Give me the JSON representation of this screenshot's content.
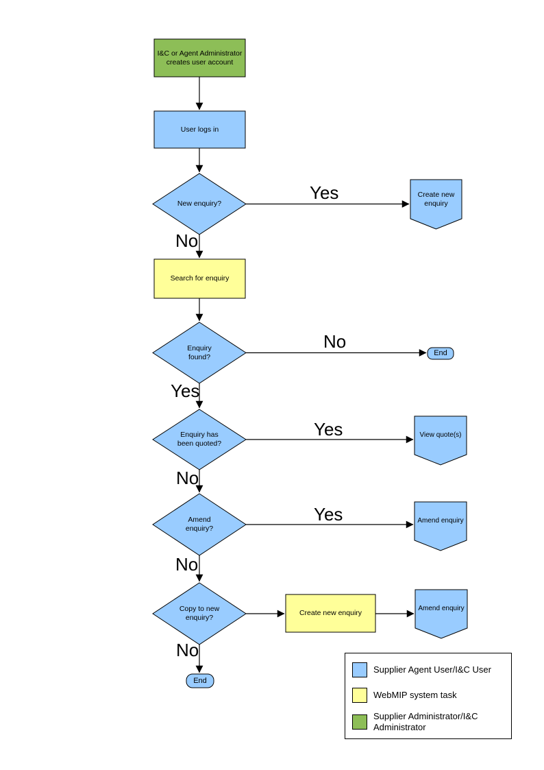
{
  "colors": {
    "user_task": "#99CCFF",
    "system_task": "#FFFF99",
    "admin_task": "#8DBE57",
    "outline": "#000000"
  },
  "flowchart": {
    "nodes": {
      "admin_creates_account": {
        "label": "I&C or Agent Administrator creates user account",
        "shape": "rectangle"
      },
      "user_logs_in": {
        "label": "User logs in",
        "shape": "rectangle"
      },
      "new_enquiry_q": {
        "label": "New enquiry?",
        "shape": "diamond"
      },
      "create_new_enquiry_offpage": {
        "label": "Create new enquiry",
        "shape": "offpage-pentagon"
      },
      "search_for_enquiry": {
        "label": "Search for enquiry",
        "shape": "rectangle"
      },
      "enquiry_found_q": {
        "label": "Enquiry found?",
        "shape": "diamond"
      },
      "end_not_found": {
        "label": "End",
        "shape": "terminator"
      },
      "enquiry_quoted_q": {
        "label": "Enquiry has been quoted?",
        "shape": "diamond"
      },
      "view_quotes_offpage": {
        "label": "View quote(s)",
        "shape": "offpage-pentagon"
      },
      "amend_enquiry_q": {
        "label": "Amend enquiry?",
        "shape": "diamond"
      },
      "amend_enquiry_offpage": {
        "label": "Amend enquiry",
        "shape": "offpage-pentagon"
      },
      "copy_to_new_enquiry_q": {
        "label": "Copy to new enquiry?",
        "shape": "diamond"
      },
      "create_new_enquiry_task": {
        "label": "Create new enquiry",
        "shape": "rectangle"
      },
      "amend_enquiry_offpage_2": {
        "label": "Amend enquiry",
        "shape": "offpage-pentagon"
      },
      "end_final": {
        "label": "End",
        "shape": "terminator"
      }
    },
    "edge_labels": {
      "new_enquiry_yes": "Yes",
      "new_enquiry_no": "No",
      "enquiry_found_no": "No",
      "enquiry_found_yes": "Yes",
      "enquiry_quoted_yes": "Yes",
      "enquiry_quoted_no": "No",
      "amend_enquiry_yes": "Yes",
      "amend_enquiry_no": "No",
      "copy_to_new_enquiry_no": "No"
    }
  },
  "legend": {
    "items": [
      {
        "color": "#99CCFF",
        "label": "Supplier Agent User/I&C User"
      },
      {
        "color": "#FFFF99",
        "label": "WebMIP system task"
      },
      {
        "color": "#8DBE57",
        "label": "Supplier Administrator/I&C Administrator"
      }
    ]
  }
}
